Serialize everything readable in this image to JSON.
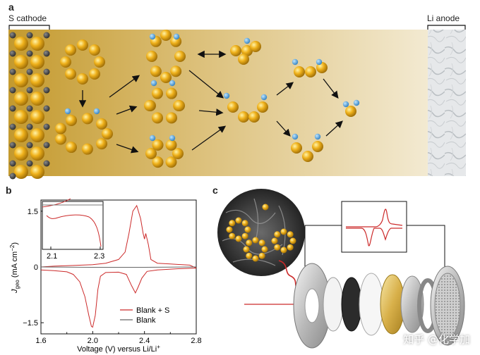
{
  "panel_a": {
    "label": "a",
    "left_electrode": "S cathode",
    "right_electrode": "Li anode"
  },
  "panel_b": {
    "label": "b",
    "ylabel_main": "J",
    "ylabel_sub": "geo",
    "ylabel_unit": "(mA cm",
    "ylabel_exp": "−2",
    "ylabel_close": ")",
    "xlabel": "Voltage (V) versus Li/Li",
    "xlabel_sup": "+",
    "x_ticks": [
      "1.6",
      "2.0",
      "2.4",
      "2.8"
    ],
    "y_ticks": [
      "1.5",
      "0",
      "−1.5"
    ],
    "inset_x_ticks": [
      "2.1",
      "2.3"
    ],
    "inset_y_ticks": [
      "1.5"
    ],
    "legend": [
      {
        "name": "Blank + S",
        "color": "#cc2a2a"
      },
      {
        "name": "Blank",
        "color": "#666666"
      }
    ]
  },
  "panel_c": {
    "label": "c"
  },
  "chart_data": {
    "type": "line",
    "xlim": [
      1.6,
      2.8
    ],
    "ylim": [
      -1.8,
      1.8
    ],
    "x_ticks": [
      1.6,
      2.0,
      2.4,
      2.8
    ],
    "y_ticks": [
      1.5,
      0,
      -1.5
    ],
    "series": [
      {
        "name": "Blank + S",
        "color": "#cc2a2a",
        "points": [
          [
            1.6,
            -0.08
          ],
          [
            1.7,
            -0.1
          ],
          [
            1.8,
            -0.13
          ],
          [
            1.85,
            -0.2
          ],
          [
            1.9,
            -0.4
          ],
          [
            1.94,
            -0.8
          ],
          [
            1.97,
            -1.3
          ],
          [
            1.99,
            -1.6
          ],
          [
            2.0,
            -1.62
          ],
          [
            2.02,
            -1.3
          ],
          [
            2.04,
            -0.6
          ],
          [
            2.06,
            -0.25
          ],
          [
            2.1,
            -0.15
          ],
          [
            2.2,
            -0.14
          ],
          [
            2.26,
            -0.2
          ],
          [
            2.3,
            -0.5
          ],
          [
            2.33,
            -0.7
          ],
          [
            2.35,
            -0.55
          ],
          [
            2.38,
            -0.3
          ],
          [
            2.42,
            -0.12
          ],
          [
            2.5,
            -0.08
          ],
          [
            2.65,
            -0.05
          ],
          [
            2.8,
            -0.03
          ],
          [
            2.75,
            0.05
          ],
          [
            2.6,
            0.08
          ],
          [
            2.5,
            0.1
          ],
          [
            2.45,
            0.2
          ],
          [
            2.43,
            0.6
          ],
          [
            2.41,
            0.9
          ],
          [
            2.4,
            0.75
          ],
          [
            2.39,
            0.9
          ],
          [
            2.37,
            1.3
          ],
          [
            2.34,
            1.65
          ],
          [
            2.31,
            1.5
          ],
          [
            2.28,
            0.9
          ],
          [
            2.25,
            0.4
          ],
          [
            2.2,
            0.2
          ],
          [
            2.1,
            0.1
          ],
          [
            2.0,
            0.06
          ],
          [
            1.85,
            0.04
          ],
          [
            1.7,
            0.02
          ],
          [
            1.6,
            0.0
          ]
        ]
      },
      {
        "name": "Blank",
        "color": "#666666",
        "points": [
          [
            1.6,
            0.0
          ],
          [
            2.0,
            -0.01
          ],
          [
            2.4,
            -0.01
          ],
          [
            2.8,
            0.0
          ]
        ]
      }
    ]
  }
}
